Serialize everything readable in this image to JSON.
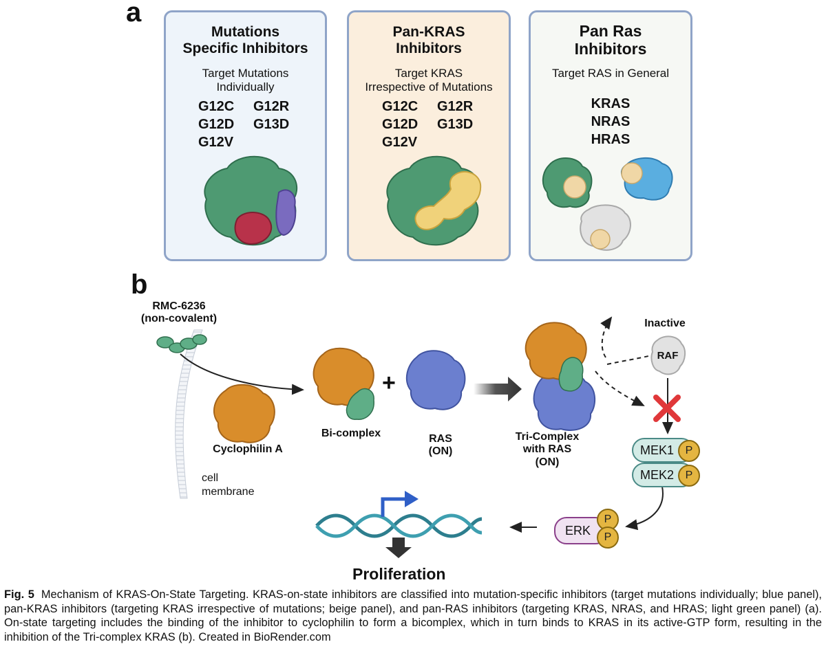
{
  "panel_a": {
    "letter": "a",
    "panels": [
      {
        "title_lines": [
          "Mutations",
          "Specific Inhibitors"
        ],
        "desc_lines": [
          "Target Mutations",
          "Individually"
        ],
        "codes": [
          "G12C",
          "G12R",
          "G12D",
          "G13D",
          "G12V"
        ],
        "fill": "#eef4fa"
      },
      {
        "title_lines": [
          "Pan-KRAS",
          "Inhibitors"
        ],
        "desc_lines": [
          "Target KRAS",
          "Irrespective of Mutations"
        ],
        "codes": [
          "G12C",
          "G12R",
          "G12D",
          "G13D",
          "G12V"
        ],
        "fill": "#fbeedd"
      },
      {
        "title_lines": [
          "Pan Ras",
          "Inhibitors"
        ],
        "desc_lines": [
          "Target RAS in General"
        ],
        "codes": [
          "KRAS",
          "NRAS",
          "HRAS"
        ],
        "fill": "#f6f8f4"
      }
    ]
  },
  "panel_b": {
    "letter": "b",
    "drug_name": "RMC-6236",
    "drug_type": "(non-covalent)",
    "cyclophilin": "Cyclophilin A",
    "membrane_lines": [
      "cell",
      "membrane"
    ],
    "plus": "+",
    "bicomplex": "Bi-complex",
    "ras_lines": [
      "RAS",
      "(ON)"
    ],
    "tricomplex_lines": [
      "Tri-Complex",
      "with RAS",
      "(ON)"
    ],
    "inactive": "Inactive",
    "raf": "RAF",
    "mek1": "MEK1",
    "mek2": "MEK2",
    "erk": "ERK",
    "phospho": "P",
    "proliferation": "Proliferation"
  },
  "caption": {
    "fig_label": "Fig. 5",
    "text": "Mechanism of KRAS-On-State Targeting. KRAS-on-state inhibitors are classified into mutation-specific inhibitors (target mutations individually; blue panel), pan-KRAS inhibitors (targeting KRAS irrespective of mutations; beige panel), and pan-RAS inhibitors (targeting KRAS, NRAS, and HRAS; light green panel) (a). On-state targeting includes the binding of the inhibitor to cyclophilin to form a bicomplex, which in turn binds to KRAS in its active-GTP form, resulting in the inhibition of the Tri-complex KRAS (b). Created in BioRender.com"
  },
  "colors": {
    "panel_border": "#8fa4c8",
    "kras_green": "#4e9a72",
    "inhibitor_red": "#b8324a",
    "inhibitor_purple": "#7a6bbf",
    "inhibitor_yellow": "#f0d27a",
    "cyclophilin_orange": "#d98d2b",
    "ras_blue": "#6b7fcf",
    "block_red": "#e0383a",
    "dna_teal": "#2d7e8e",
    "arrow_blue": "#2f5fc7"
  }
}
